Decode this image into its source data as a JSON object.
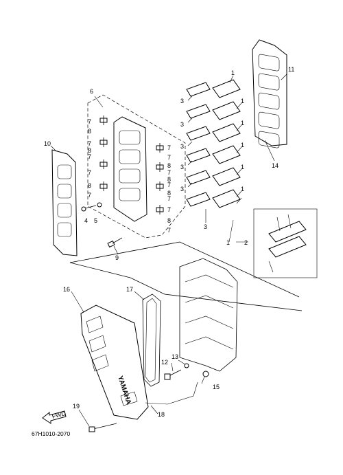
{
  "diagram": {
    "code": "67H1010-2070",
    "fwd_label": "FWD",
    "brand_label": "YAMAHA",
    "callouts": [
      "1",
      "1",
      "1",
      "1",
      "1",
      "1",
      "1",
      "2",
      "3",
      "3",
      "3",
      "3",
      "3",
      "3",
      "4",
      "5",
      "6",
      "7",
      "7",
      "7",
      "7",
      "7",
      "7",
      "7",
      "7",
      "7",
      "7",
      "7",
      "7",
      "8",
      "8",
      "8",
      "8",
      "8",
      "8",
      "8",
      "9",
      "10",
      "11",
      "12",
      "13",
      "14",
      "15",
      "16",
      "17",
      "18",
      "19"
    ]
  }
}
